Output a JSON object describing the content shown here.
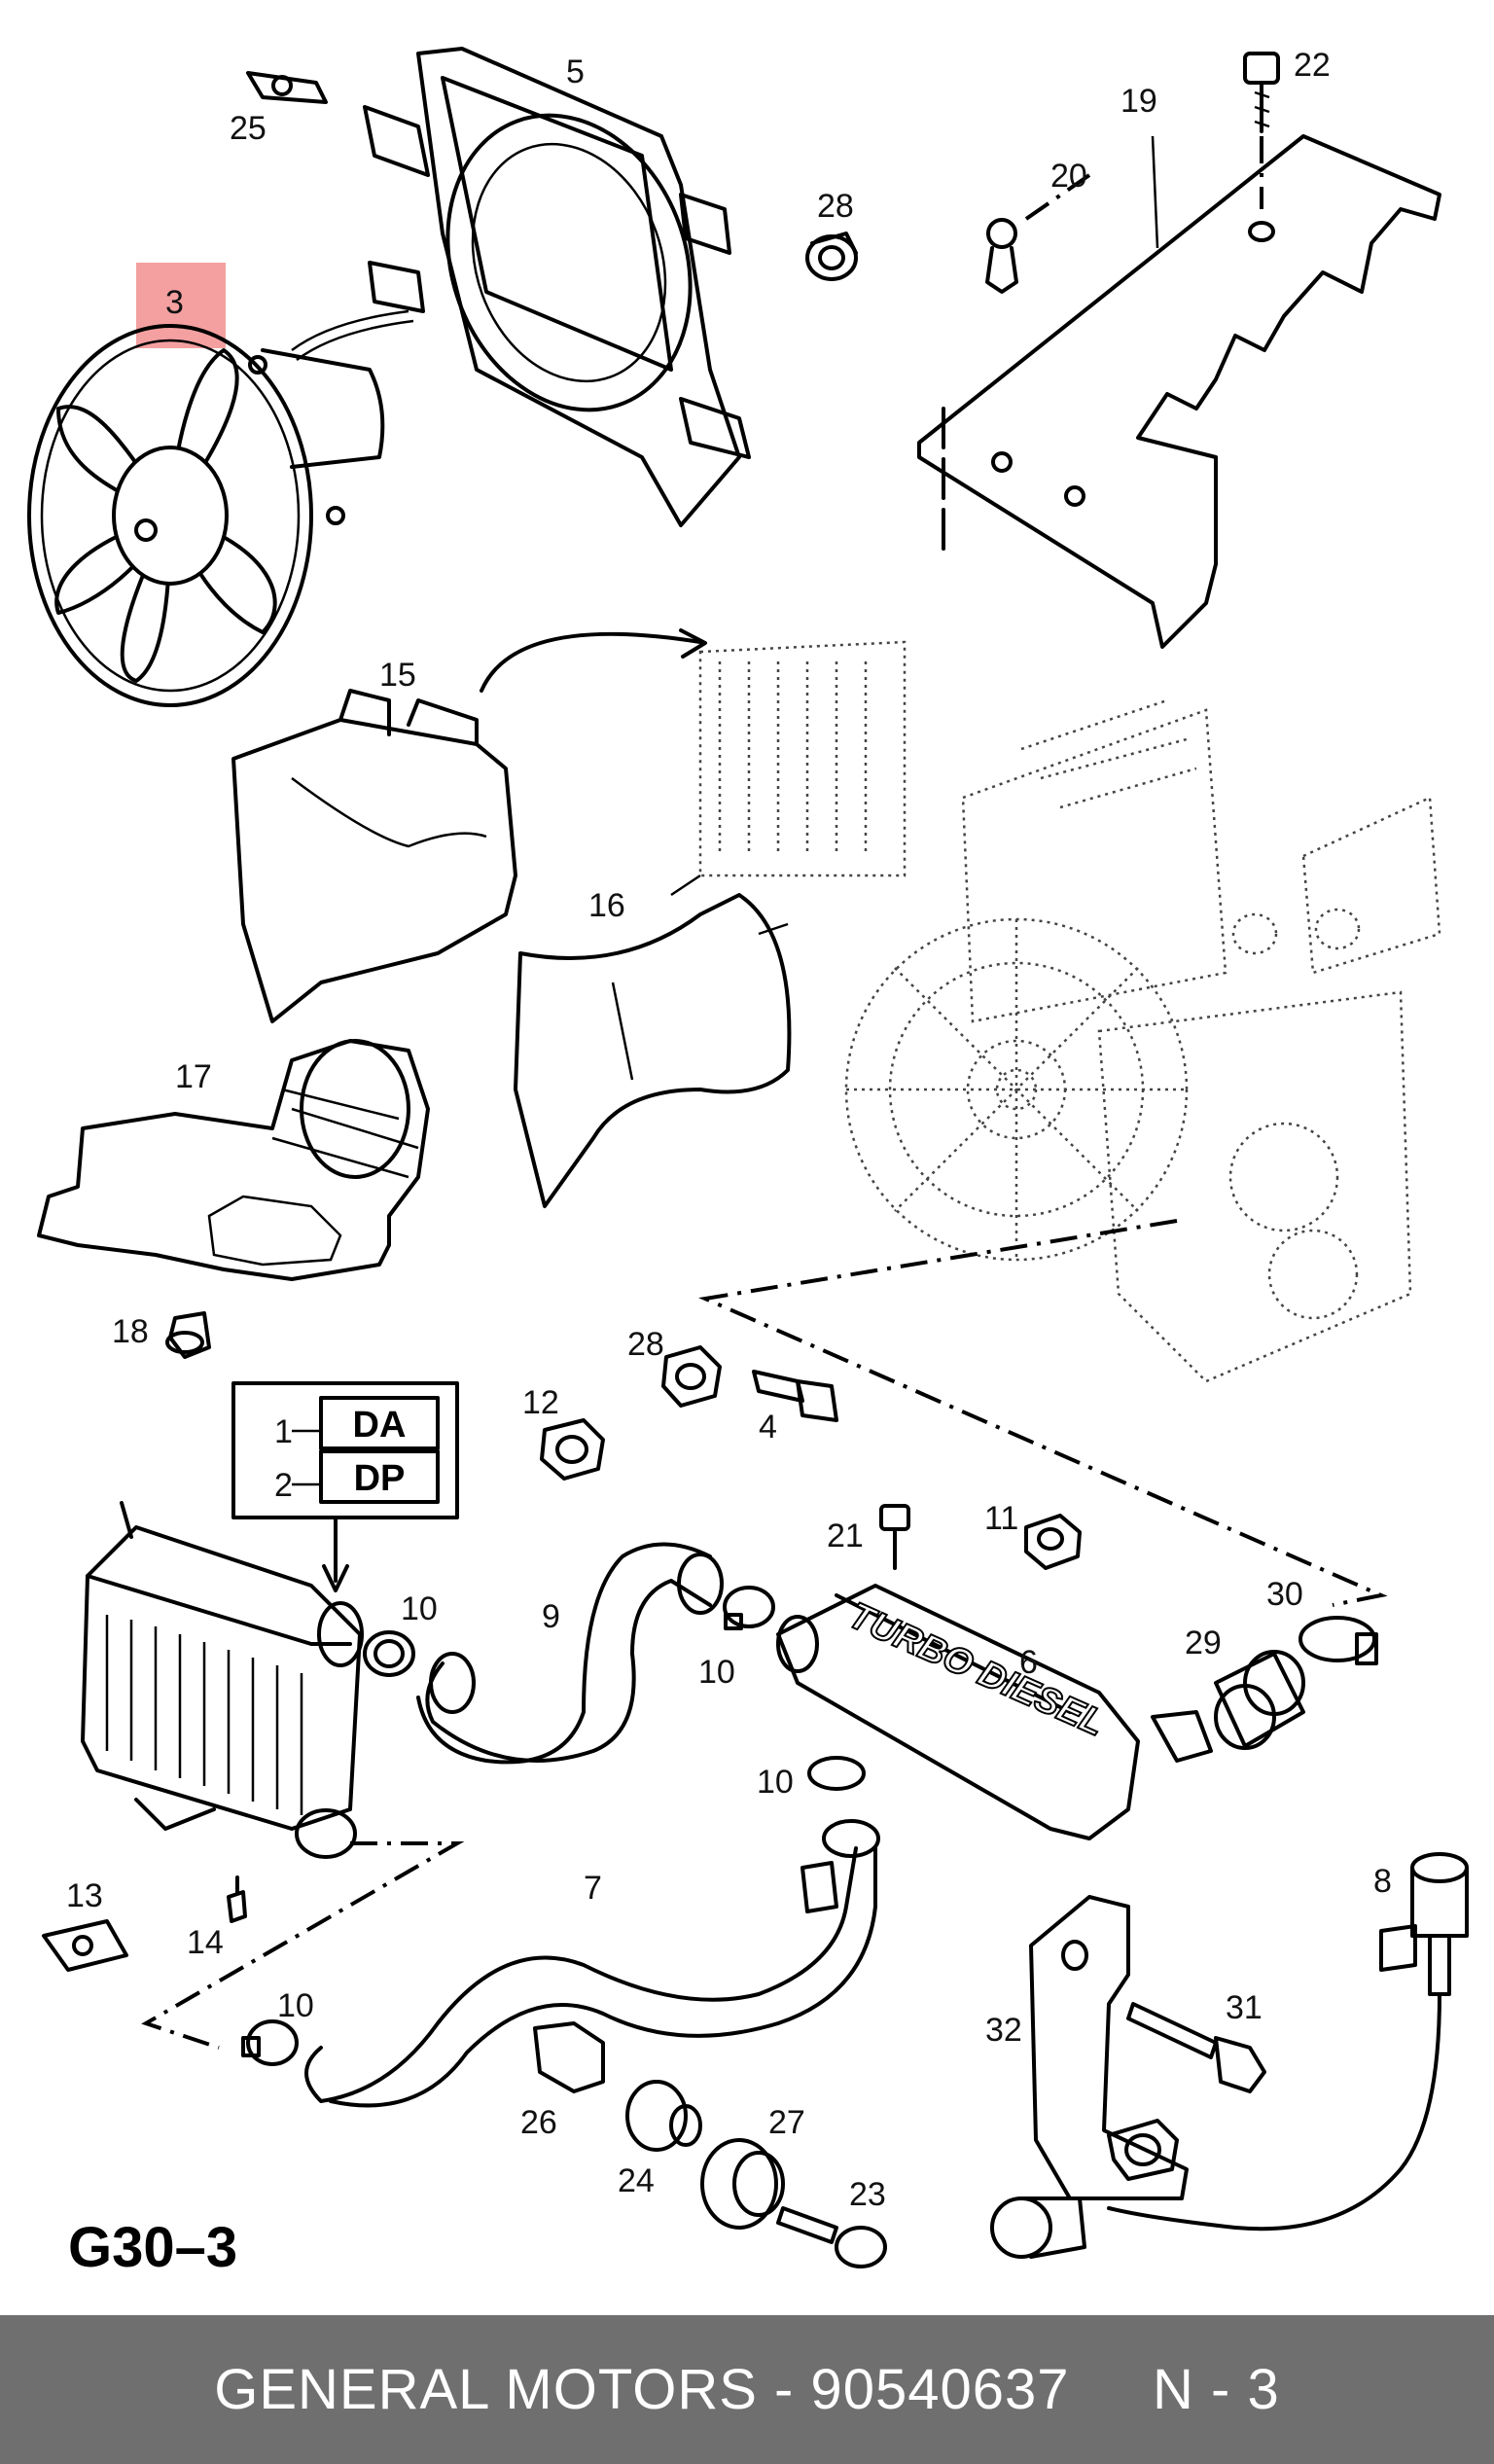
{
  "diagram": {
    "title": "G30–3",
    "highlight_color": "#f08080",
    "callouts": [
      {
        "id": "1",
        "label": "1"
      },
      {
        "id": "2",
        "label": "2"
      },
      {
        "id": "3",
        "label": "3"
      },
      {
        "id": "4",
        "label": "4"
      },
      {
        "id": "5",
        "label": "5"
      },
      {
        "id": "6",
        "label": "6"
      },
      {
        "id": "7",
        "label": "7"
      },
      {
        "id": "8",
        "label": "8"
      },
      {
        "id": "9",
        "label": "9"
      },
      {
        "id": "10a",
        "label": "10"
      },
      {
        "id": "10b",
        "label": "10"
      },
      {
        "id": "10c",
        "label": "10"
      },
      {
        "id": "10d",
        "label": "10"
      },
      {
        "id": "11",
        "label": "11"
      },
      {
        "id": "12",
        "label": "12"
      },
      {
        "id": "13",
        "label": "13"
      },
      {
        "id": "14",
        "label": "14"
      },
      {
        "id": "15",
        "label": "15"
      },
      {
        "id": "16",
        "label": "16"
      },
      {
        "id": "17",
        "label": "17"
      },
      {
        "id": "18",
        "label": "18"
      },
      {
        "id": "19",
        "label": "19"
      },
      {
        "id": "20",
        "label": "20"
      },
      {
        "id": "21",
        "label": "21"
      },
      {
        "id": "22",
        "label": "22"
      },
      {
        "id": "23",
        "label": "23"
      },
      {
        "id": "24",
        "label": "24"
      },
      {
        "id": "25",
        "label": "25"
      },
      {
        "id": "26",
        "label": "26"
      },
      {
        "id": "27",
        "label": "27"
      },
      {
        "id": "28a",
        "label": "28"
      },
      {
        "id": "28b",
        "label": "28"
      },
      {
        "id": "29",
        "label": "29"
      },
      {
        "id": "30",
        "label": "30"
      },
      {
        "id": "31",
        "label": "31"
      },
      {
        "id": "32",
        "label": "32"
      }
    ],
    "variant_box": {
      "da": "DA",
      "dp": "DP"
    },
    "housing_text": "TURBO DIESEL"
  },
  "footer": {
    "text": "GENERAL MOTORS - 90540637     N - 3"
  }
}
